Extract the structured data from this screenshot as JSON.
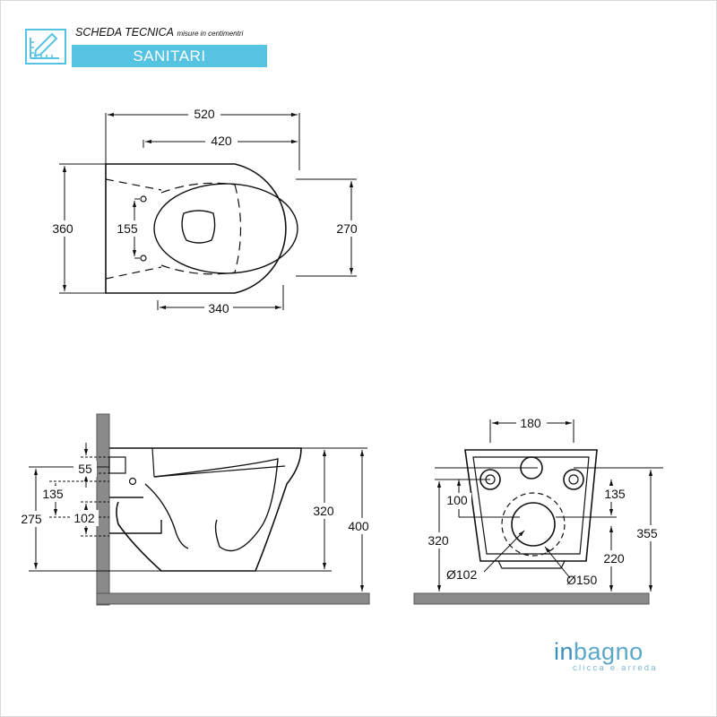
{
  "header": {
    "title": "SCHEDA TECNICA",
    "subtitle": "misure in centimentri",
    "band_label": "SANITARI",
    "band_color": "#56c3e3",
    "icon": "ruler-pencil-icon"
  },
  "top_view": {
    "dims": {
      "overall_length": "520",
      "bowl_length": "420",
      "overall_width": "360",
      "rim_width": "270",
      "fixing_holes_spacing": "155",
      "fixing_depth": "340"
    }
  },
  "side_view": {
    "dims": {
      "inlet_offset": "55",
      "inlet_to_fixing": "135",
      "fixing_height": "275",
      "outlet_offset": "102",
      "rim_height": "320",
      "total_height": "400"
    }
  },
  "rear_view": {
    "dims": {
      "bolt_spacing": "180",
      "inlet_drop": "100",
      "outlet_drop": "135",
      "floor_to_bolts": "320",
      "floor_to_outlet": "220",
      "floor_to_top": "355",
      "inlet_diameter": "Ø102",
      "outlet_diameter": "Ø150"
    }
  },
  "brand": {
    "logo_prefix": "in",
    "logo_rest": "bagno",
    "tagline": "clicca e arreda",
    "color": "#5aa8c8"
  }
}
